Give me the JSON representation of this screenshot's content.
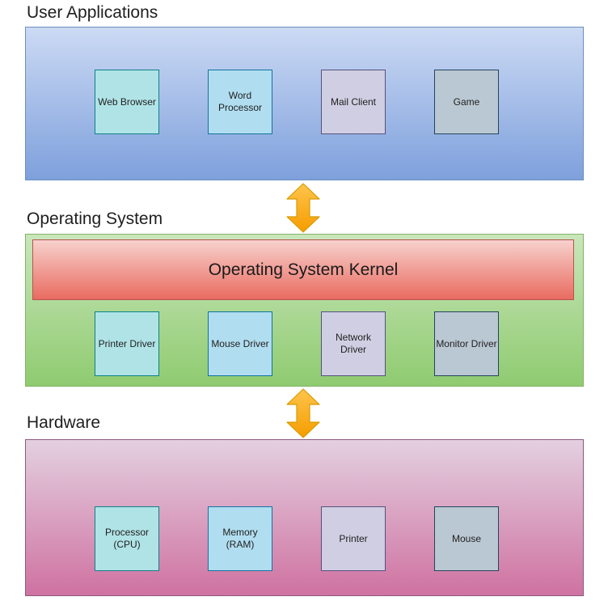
{
  "colors": {
    "apps-top": "#ccdaf4",
    "apps-bottom": "#7ea0dc",
    "apps-stroke": "#6c8ebf",
    "os-top": "#c9e6bb",
    "os-bottom": "#8fcb70",
    "os-stroke": "#82b366",
    "hw-top": "#e3d0e0",
    "hw-bottom": "#cf72a1",
    "hw-stroke": "#8c5a7d",
    "kernel-top": "#f7d1cd",
    "kernel-bottom": "#e96b60",
    "kernel-stroke": "#b85450",
    "arrow-top": "#ffc44d",
    "arrow-bottom": "#f59d00",
    "arrow-stroke": "#d79b00"
  },
  "layers": [
    {
      "id": "user-applications",
      "title": "User Applications",
      "boxes": [
        {
          "label": "Web Browser",
          "fill": "#b0e3e6",
          "stroke": "#0e8088"
        },
        {
          "label": "Word\nProcessor",
          "fill": "#b1ddf0",
          "stroke": "#10739e"
        },
        {
          "label": "Mail Client",
          "fill": "#d0cee2",
          "stroke": "#56517e"
        },
        {
          "label": "Game",
          "fill": "#bac8d3",
          "stroke": "#23445d"
        }
      ]
    },
    {
      "id": "operating-system",
      "title": "Operating System",
      "kernel_label": "Operating System Kernel",
      "boxes": [
        {
          "label": "Printer Driver",
          "fill": "#b0e3e6",
          "stroke": "#0e8088"
        },
        {
          "label": "Mouse Driver",
          "fill": "#b1ddf0",
          "stroke": "#10739e"
        },
        {
          "label": "Network\nDriver",
          "fill": "#d0cee2",
          "stroke": "#56517e"
        },
        {
          "label": "Monitor Driver",
          "fill": "#bac8d3",
          "stroke": "#23445d"
        }
      ]
    },
    {
      "id": "hardware",
      "title": "Hardware",
      "boxes": [
        {
          "label": "Processor\n(CPU)",
          "fill": "#b0e3e6",
          "stroke": "#0e8088"
        },
        {
          "label": "Memory\n(RAM)",
          "fill": "#b1ddf0",
          "stroke": "#10739e"
        },
        {
          "label": "Printer",
          "fill": "#d0cee2",
          "stroke": "#56517e"
        },
        {
          "label": "Mouse",
          "fill": "#bac8d3",
          "stroke": "#23445d"
        }
      ]
    }
  ]
}
